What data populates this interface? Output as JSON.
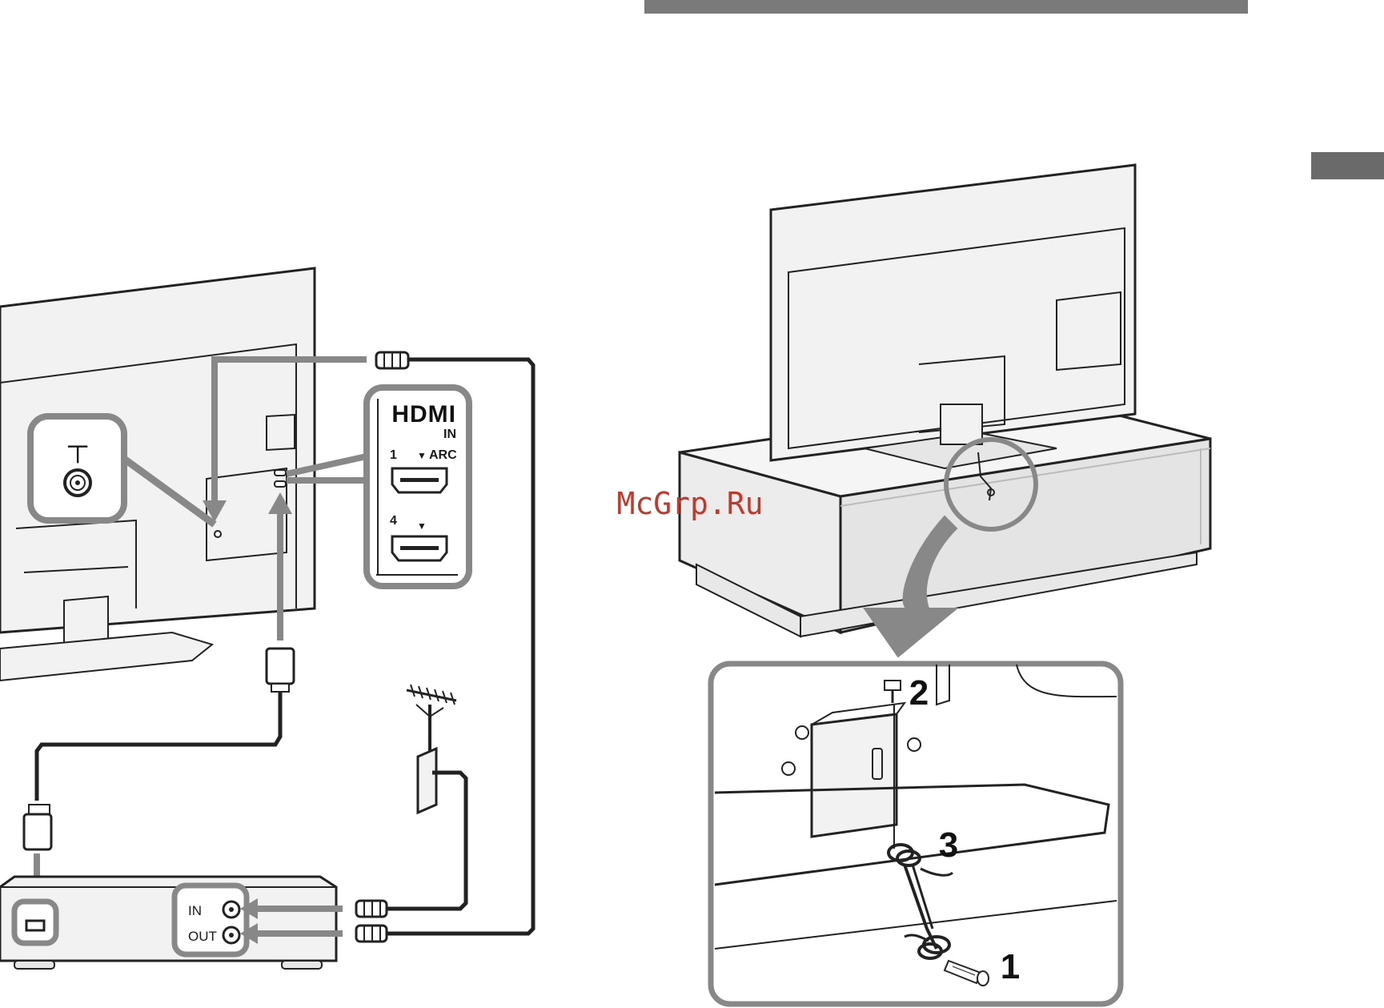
{
  "watermark": "McGrp.Ru",
  "connection_diagram": {
    "antenna_symbol": "┬",
    "hdmi_panel": {
      "logo": "HDMI",
      "logo_sub": "IN",
      "port1_number": "1",
      "port1_marker": "▼",
      "port1_label": "ARC",
      "port4_number": "4",
      "port4_marker": "▼"
    },
    "recorder_panel": {
      "in_label": "IN",
      "out_label": "OUT"
    }
  },
  "stand_diagram": {
    "step1": "1",
    "step2": "2",
    "step3": "3"
  },
  "colors": {
    "line": "#222222",
    "callout_gray": "#888888",
    "panel_fill": "#f2f2f2",
    "watermark": "#c0392b",
    "header_bar": "#7a7a7a"
  }
}
